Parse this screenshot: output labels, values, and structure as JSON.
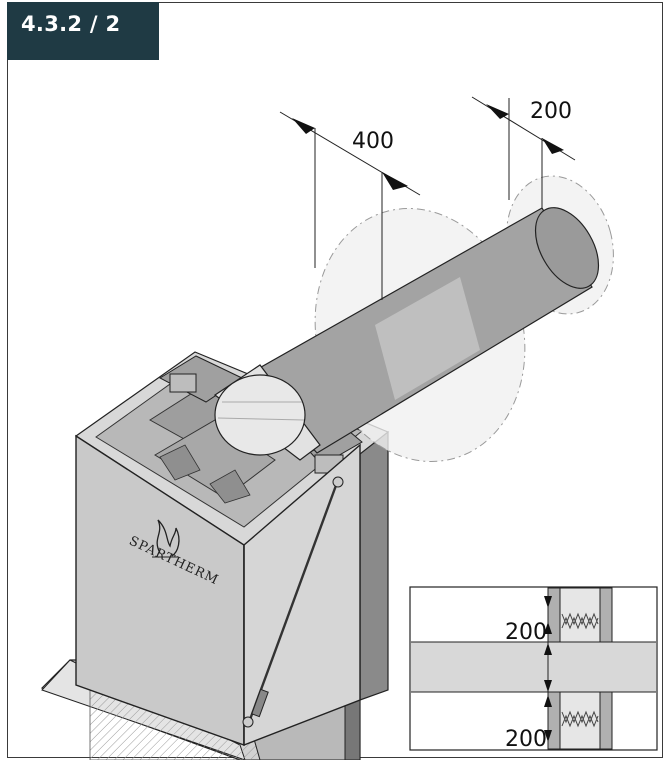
{
  "section_label": "4.3.2 / 2",
  "dimensions": {
    "inner_ring": "400",
    "outer_ring": "200",
    "detail_top": "200",
    "detail_bottom": "200"
  },
  "brand_text": "SPARTHERM",
  "colors": {
    "label_background": "#1f3a44",
    "label_text": "#ffffff",
    "pipe": "#9a9a9a",
    "body": "#c9c9c9",
    "ring": "#e6e6e6",
    "line": "#222222"
  },
  "icons": [
    "flame-logo-icon",
    "insulation-zigzag-icon",
    "dimension-arrow-icon"
  ]
}
